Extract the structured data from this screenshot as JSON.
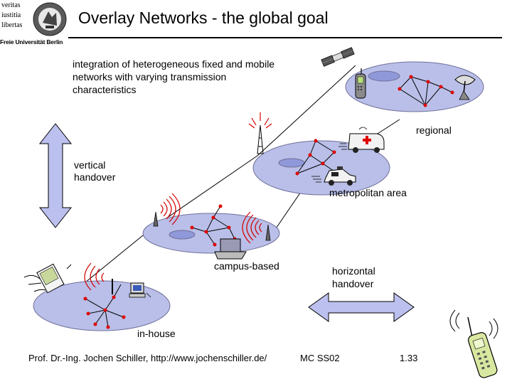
{
  "header": {
    "logo_lines": [
      "veritas",
      "iustitia",
      "libertas"
    ],
    "logo_university": "Freie Universität Berlin",
    "title": "Overlay Networks - the global goal"
  },
  "intro": {
    "text": "integration of heterogeneous fixed and mobile networks with varying transmission characteristics"
  },
  "labels": {
    "regional": "regional",
    "vertical_line1": "vertical",
    "vertical_line2": "handover",
    "metropolitan": "metropolitan area",
    "campus": "campus-based",
    "horizontal_line1": "horizontal",
    "horizontal_line2": "handover",
    "inhouse": "in-house"
  },
  "footer": {
    "author": "Prof. Dr.-Ing. Jochen Schiller, http://www.jochenschiller.de/",
    "course": "MC SS02",
    "page": "1.33"
  },
  "colors": {
    "cell_fill": "#b9bfe8",
    "cell_stroke": "#6f6f9a",
    "node_red": "#e00000",
    "wave_red": "#d40000",
    "arrow_fill": "#bcc0ee"
  }
}
